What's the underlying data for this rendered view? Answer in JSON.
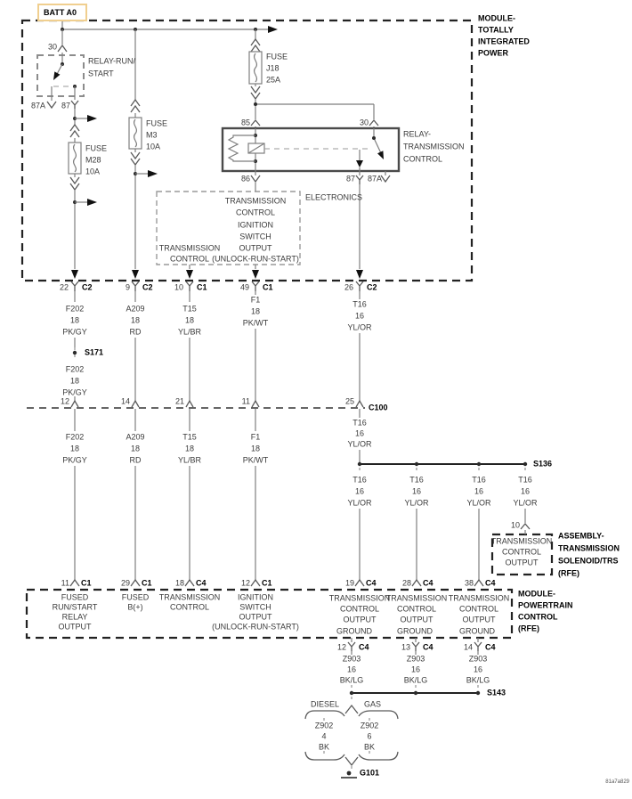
{
  "meta": {
    "doc_code": "81a7a829"
  },
  "colors": {
    "wire": "#7e7e7e",
    "text": "#3a3a3a",
    "bold_text": "#000000",
    "batt_border": "#f0cf8f",
    "relay_border": "#4a4a4a"
  },
  "batt": {
    "label": "BATT A0"
  },
  "tipm": {
    "l1": "MODULE-",
    "l2": "TOTALLY",
    "l3": "INTEGRATED",
    "l4": "POWER"
  },
  "rrs": {
    "l1": "RELAY-RUN/",
    "l2": "START",
    "p30": "30",
    "p87a": "87A",
    "p87": "87"
  },
  "fm28": {
    "t": "FUSE",
    "id": "M28",
    "a": "10A"
  },
  "fm3": {
    "t": "FUSE",
    "id": "M3",
    "a": "10A"
  },
  "fj18": {
    "t": "FUSE",
    "id": "J18",
    "a": "25A"
  },
  "rtc": {
    "l1": "RELAY-",
    "l2": "TRANSMISSION",
    "l3": "CONTROL",
    "p85": "85",
    "p30": "30",
    "p86": "86",
    "p87": "87",
    "p87a": "87A"
  },
  "elec": {
    "label": "ELECTRONICS",
    "t1": "TRANSMISSION",
    "t2": "CONTROL",
    "m1": "IGNITION",
    "m2": "SWITCH",
    "m3": "OUTPUT",
    "m4": "(UNLOCK-RUN-START)",
    "b1": "TRANSMISSION",
    "b2": "CONTROL"
  },
  "pins_tipm": {
    "a_n": "22",
    "a_c": "C2",
    "b_n": "9",
    "b_c": "C2",
    "c_n": "10",
    "c_c": "C1",
    "d_n": "49",
    "d_c": "C1",
    "e_n": "26",
    "e_c": "C2"
  },
  "w_up": {
    "a1": "F202",
    "a2": "18",
    "a3": "PK/GY",
    "b1": "A209",
    "b2": "18",
    "b3": "RD",
    "c1": "T15",
    "c2": "18",
    "c3": "YL/BR",
    "d1": "F1",
    "d2": "18",
    "d3": "PK/WT",
    "e1": "T16",
    "e2": "16",
    "e3": "YL/OR"
  },
  "s171": {
    "label": "S171",
    "w1": "F202",
    "w2": "18",
    "w3": "PK/GY"
  },
  "c100": {
    "label": "C100",
    "pa": "12",
    "pb": "14",
    "pc": "21",
    "pd": "11",
    "pe": "25"
  },
  "w_dn": {
    "a1": "F202",
    "a2": "18",
    "a3": "PK/GY",
    "b1": "A209",
    "b2": "18",
    "b3": "RD",
    "c1": "T15",
    "c2": "18",
    "c3": "YL/BR",
    "d1": "F1",
    "d2": "18",
    "d3": "PK/WT",
    "e1": "T16",
    "e2": "16",
    "e3": "YL/OR"
  },
  "s136": {
    "label": "S136",
    "w1": "T16",
    "w2": "16",
    "w3": "YL/OR"
  },
  "asm": {
    "pin": "10",
    "i1": "TRANSMISSION",
    "i2": "CONTROL",
    "i3": "OUTPUT",
    "l1": "ASSEMBLY-",
    "l2": "TRANSMISSION",
    "l3": "SOLENOID/TRS",
    "l4": "(RFE)"
  },
  "pcm": {
    "l1": "MODULE-",
    "l2": "POWERTRAIN",
    "l3": "CONTROL",
    "l4": "(RFE)",
    "pa_n": "11",
    "pa_c": "C1",
    "pb_n": "29",
    "pb_c": "C1",
    "pc_n": "18",
    "pc_c": "C4",
    "pd_n": "12",
    "pd_c": "C1",
    "pe_n": "19",
    "pe_c": "C4",
    "pf_n": "28",
    "pf_c": "C4",
    "pg_n": "38",
    "pg_c": "C4",
    "fa1": "FUSED",
    "fa2": "RUN/START",
    "fa3": "RELAY",
    "fa4": "OUTPUT",
    "fb1": "FUSED",
    "fb2": "B(+)",
    "fc1": "TRANSMISSION",
    "fc2": "CONTROL",
    "fd1": "IGNITION",
    "fd2": "SWITCH",
    "fd3": "OUTPUT",
    "fd4": "(UNLOCK-RUN-START)",
    "fe1": "TRANSMISSION",
    "fe2": "CONTROL",
    "fe3": "OUTPUT",
    "ground": "GROUND",
    "ba_n": "12",
    "ba_c": "C4",
    "bb_n": "13",
    "bb_c": "C4",
    "bc_n": "14",
    "bc_c": "C4"
  },
  "z903": {
    "w1": "Z903",
    "w2": "16",
    "w3": "BK/LG"
  },
  "s143": {
    "label": "S143"
  },
  "fuel": {
    "diesel": "DIESEL",
    "gas": "GAS",
    "dw1": "Z902",
    "dw2": "4",
    "dw3": "BK",
    "gw1": "Z902",
    "gw2": "6",
    "gw3": "BK"
  },
  "g101": {
    "label": "G101"
  }
}
